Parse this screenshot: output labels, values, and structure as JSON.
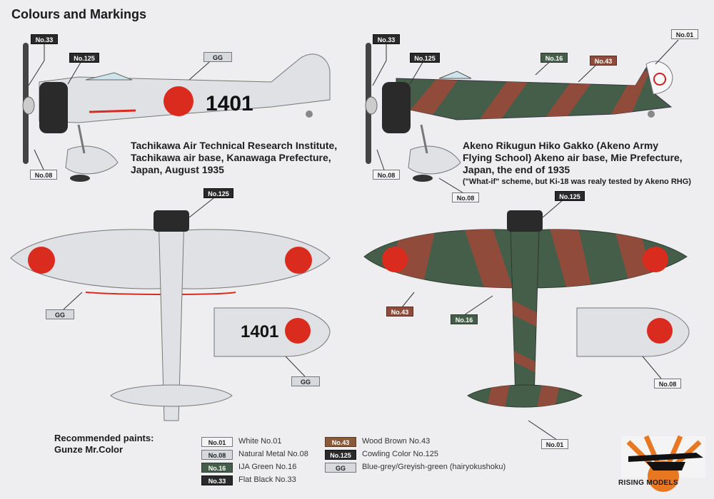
{
  "title": "Colours and Markings",
  "captions": {
    "left": [
      "Tachikawa Air Technical Research Institute,",
      "Tachikawa air base, Kanawaga Prefecture,",
      "Japan, August 1935"
    ],
    "right": [
      "Akeno Rikugun Hiko Gakko (Akeno Army",
      "Flying School) Akeno air base, Mie Prefecture,",
      "Japan, the end of 1935"
    ],
    "right_note": "(\"What-if\" scheme, but Ki-18 was realy tested by Akeno RHG)"
  },
  "aircraft_number": "1401",
  "tags": {
    "no01": "No.01",
    "no08": "No.08",
    "no16": "No.16",
    "no33": "No.33",
    "no43": "No.43",
    "no125": "No.125",
    "gg": "GG"
  },
  "paints_title": [
    "Recommended paints:",
    "Gunze Mr.Color"
  ],
  "paints": [
    {
      "code": "No.01",
      "name": "White No.01"
    },
    {
      "code": "No.08",
      "name": "Natural Metal No.08"
    },
    {
      "code": "No.16",
      "name": "IJA Green No.16"
    },
    {
      "code": "No.33",
      "name": "Flat Black No.33"
    },
    {
      "code": "No.43",
      "name": "Wood Brown No.43"
    },
    {
      "code": "No.125",
      "name": "Cowling Color No.125"
    },
    {
      "code": "GG",
      "name": "Blue-grey/Greyish-green (hairyokushoku)"
    }
  ],
  "brand": "RISING MODELS",
  "colors": {
    "grey": "#d7d9dc",
    "green": "#445e49",
    "brown": "#914b3b",
    "black": "#2a2a2a",
    "hinomaru": "#d92b1e"
  }
}
